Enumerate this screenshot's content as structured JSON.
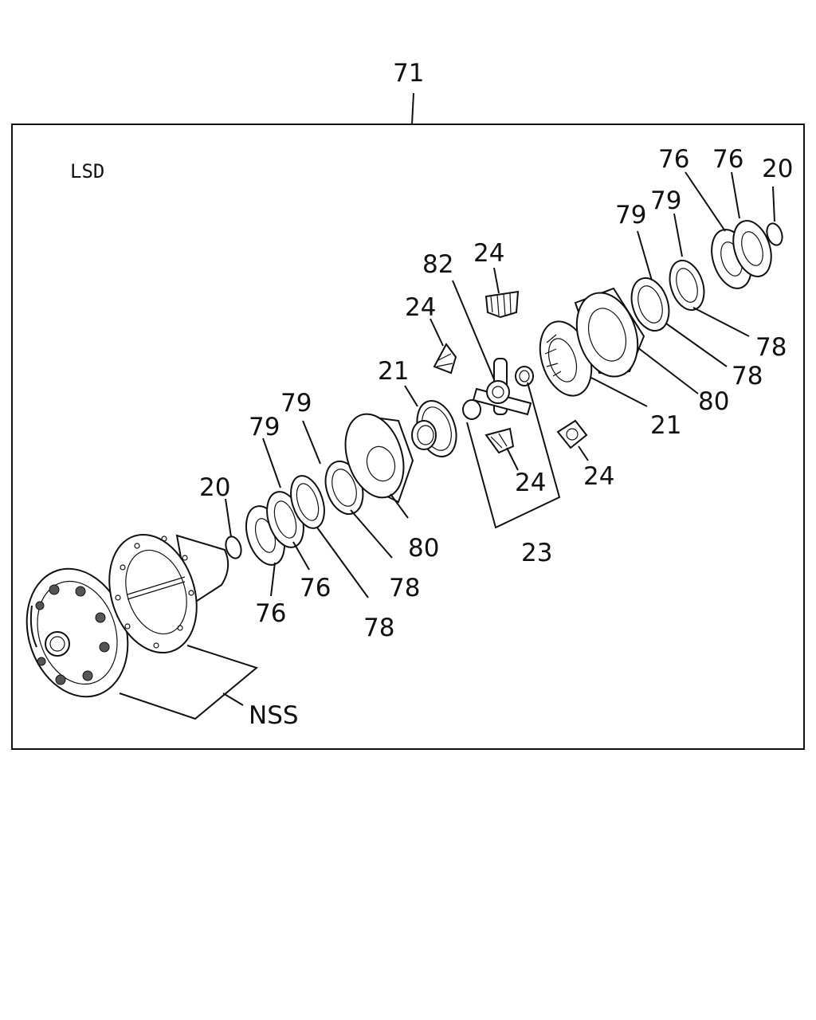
{
  "diagram": {
    "assembly_number": "71",
    "variant_label": "LSD",
    "labels": {
      "l_20_left": "20",
      "l_20_right": "20",
      "l_21_left": "21",
      "l_21_right": "21",
      "l_23": "23",
      "l_24_a": "24",
      "l_24_b": "24",
      "l_24_c": "24",
      "l_24_d": "24",
      "l_76_a": "76",
      "l_76_b": "76",
      "l_76_c": "76",
      "l_76_d": "76",
      "l_78_a": "78",
      "l_78_b": "78",
      "l_78_c": "78",
      "l_78_d": "78",
      "l_79_a": "79",
      "l_79_b": "79",
      "l_79_c": "79",
      "l_79_d": "79",
      "l_80_left": "80",
      "l_80_right": "80",
      "l_82": "82",
      "l_nss": "NSS"
    }
  }
}
